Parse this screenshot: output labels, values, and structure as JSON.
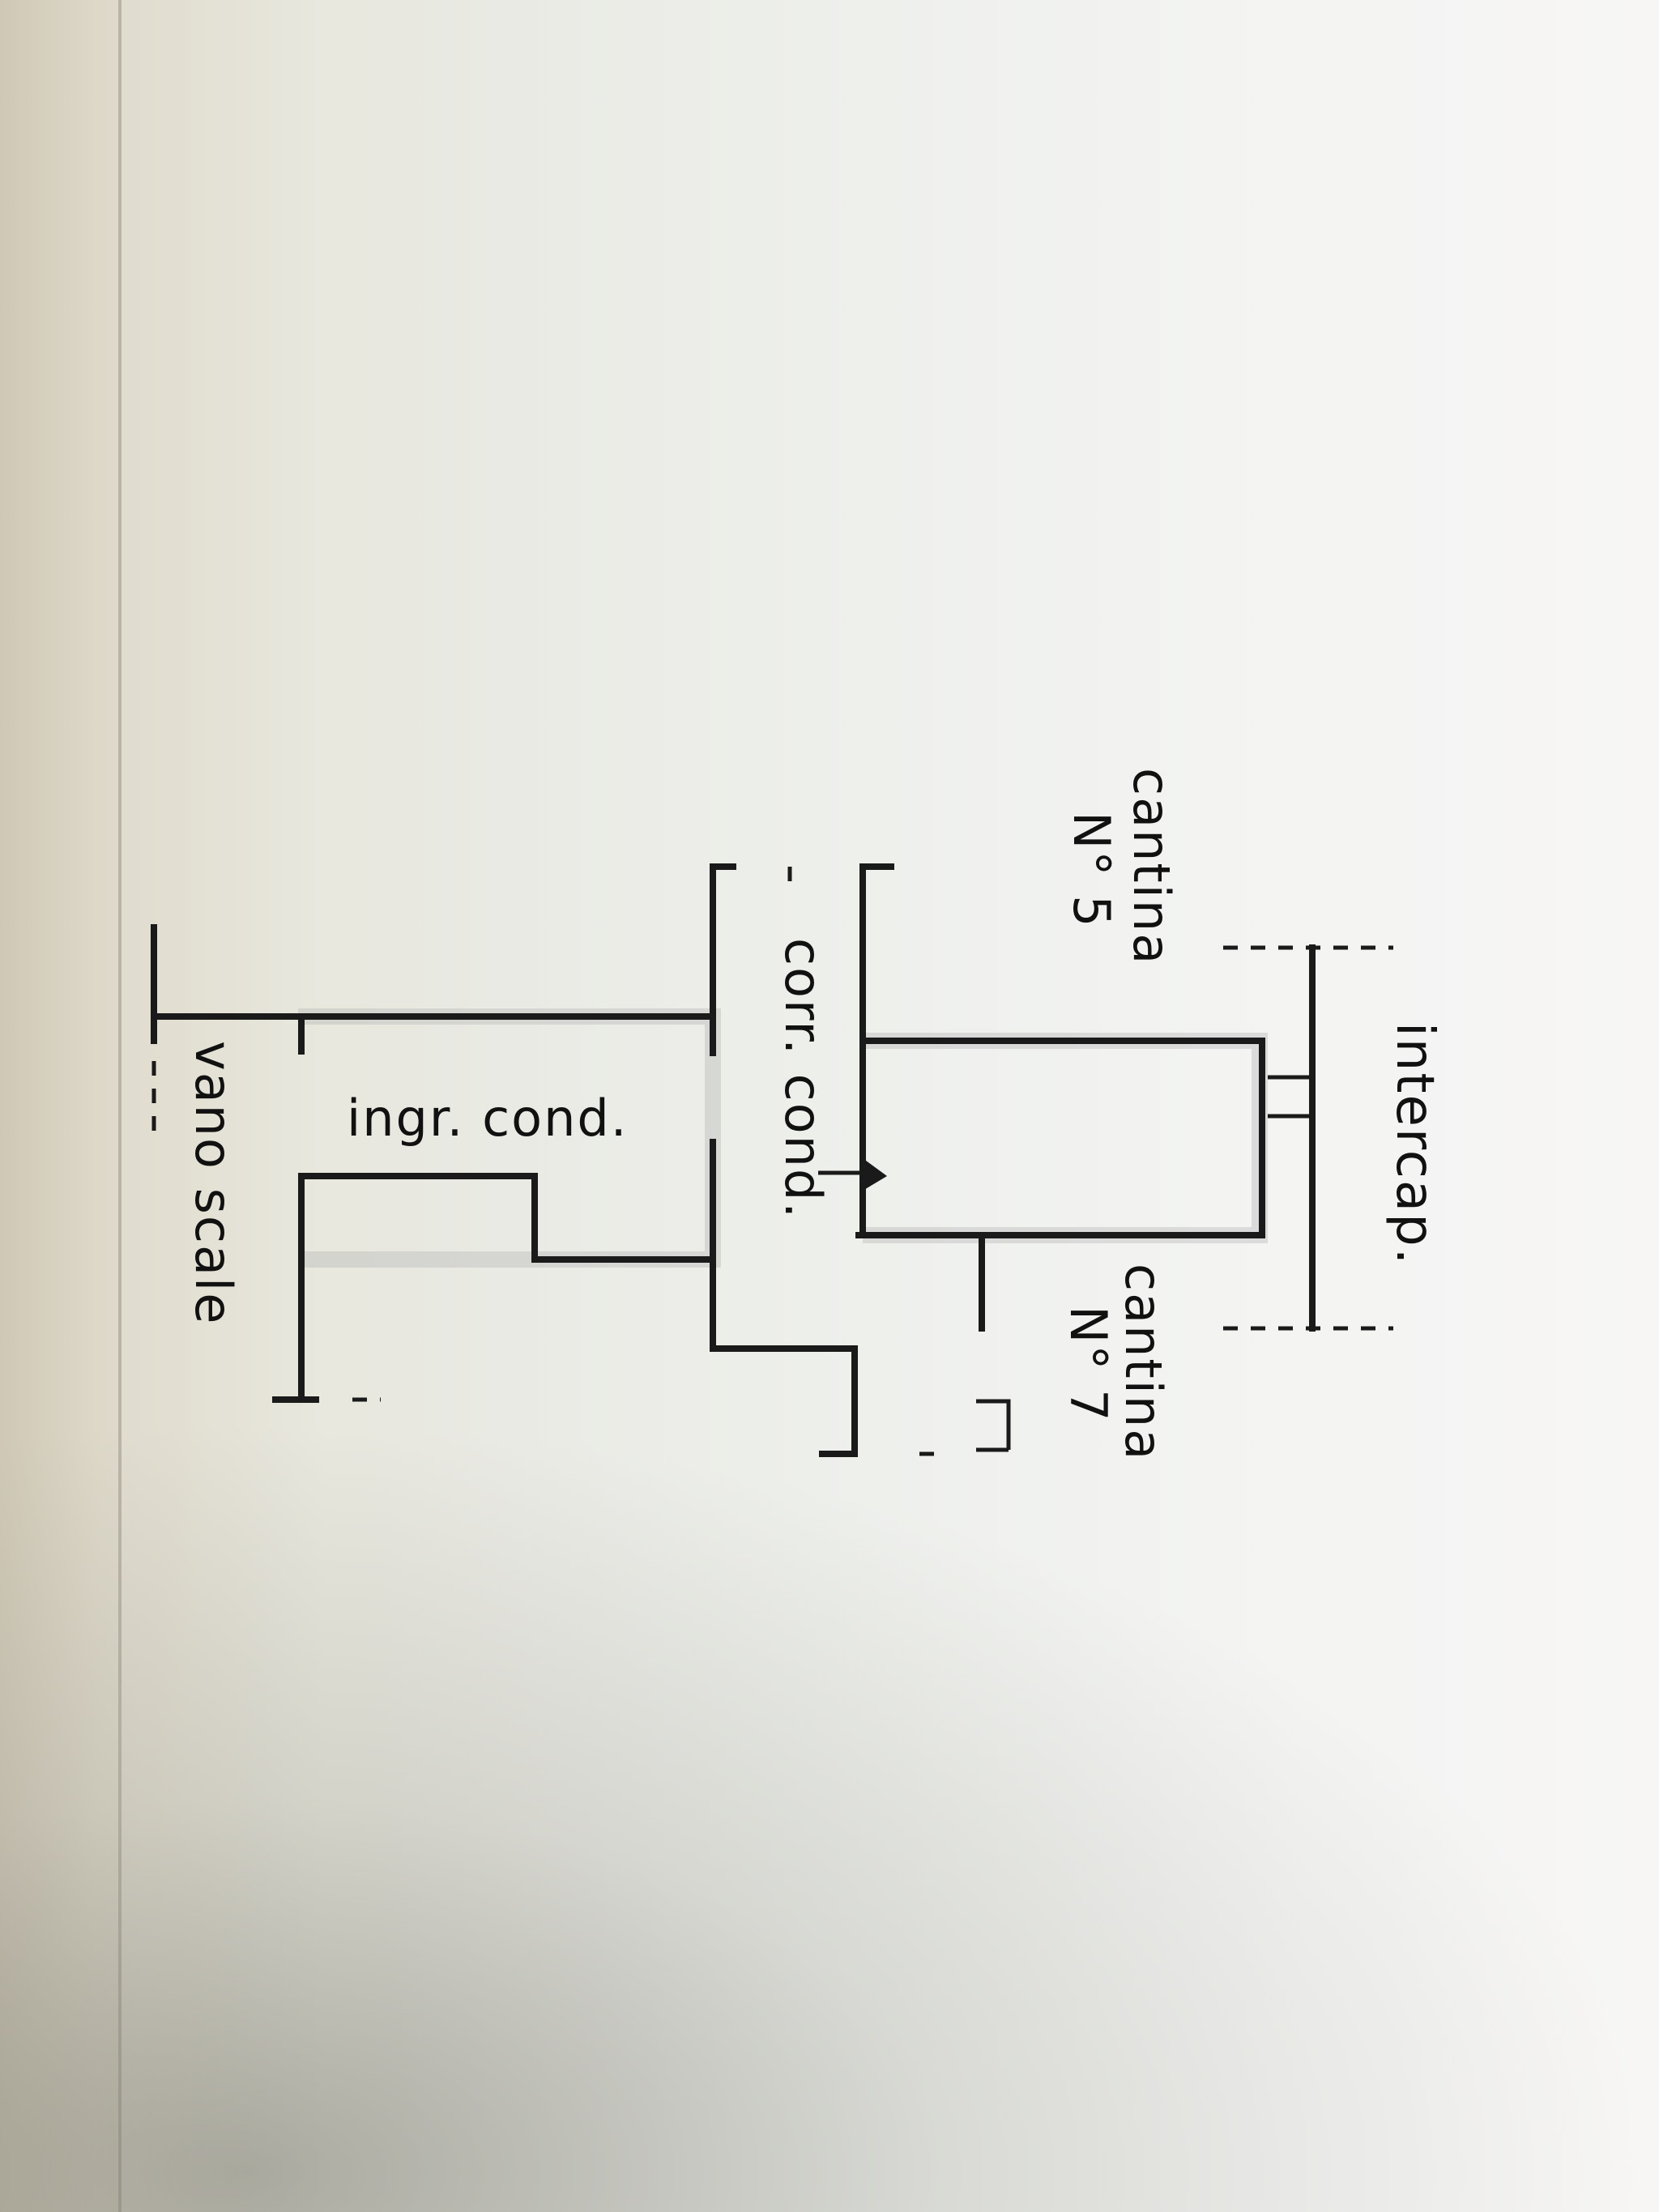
{
  "plan": {
    "labels": {
      "cantina5_line1": "cantina",
      "cantina5_line2": "N° 5",
      "intercap": "intercap.",
      "cantina7_line1": "cantina",
      "cantina7_line2": "N° 7",
      "corridoio": "corr. cond.",
      "ingresso": "ingr. cond.",
      "vano_scale": "vano scale"
    }
  }
}
